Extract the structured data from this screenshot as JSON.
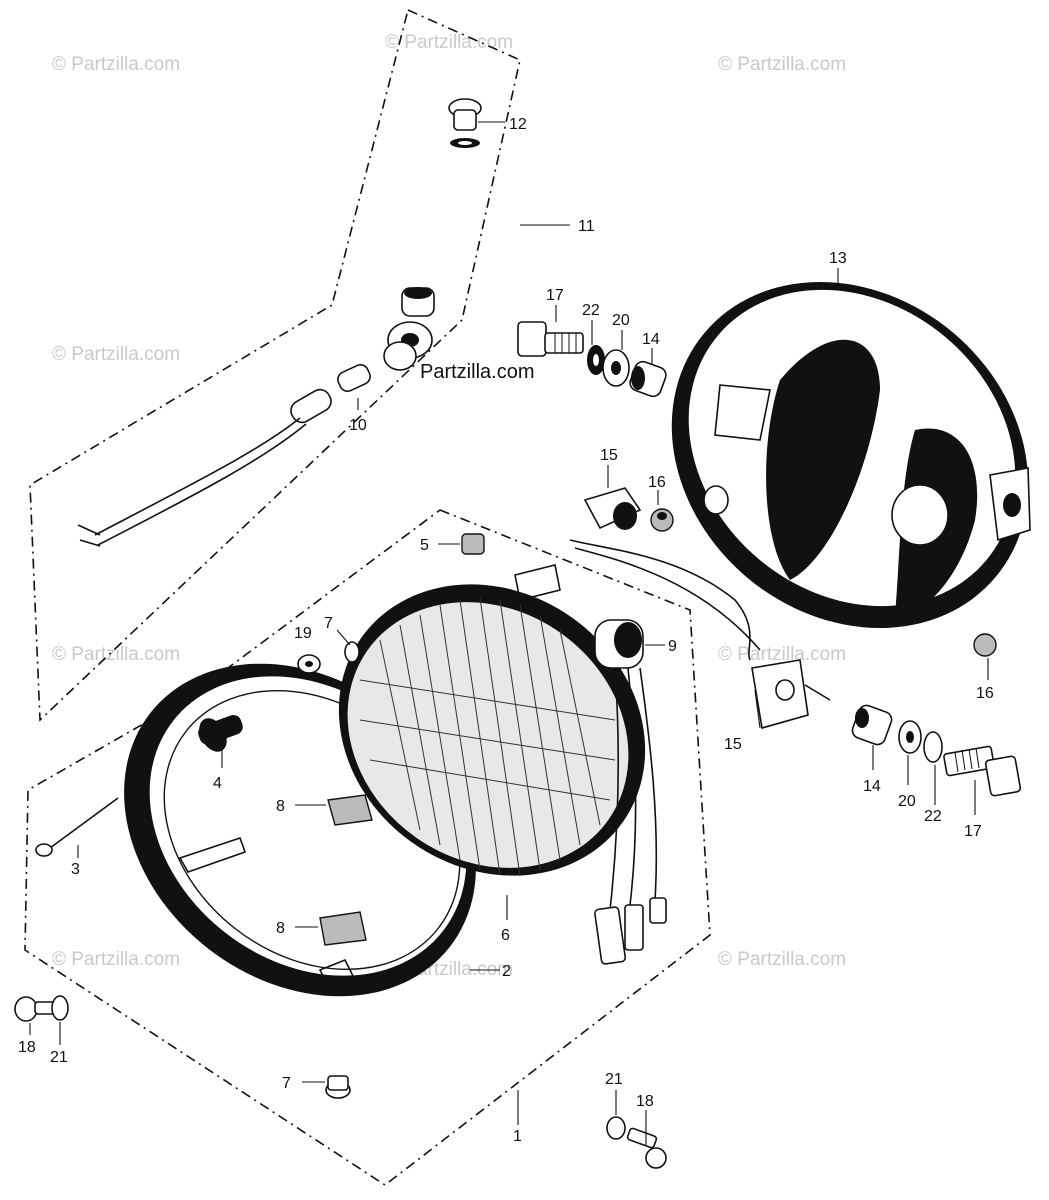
{
  "watermark": "© Partzilla.com",
  "watermark_center": "Partzilla.com",
  "callouts": {
    "c1": "1",
    "c2": "2",
    "c3": "3",
    "c4": "4",
    "c5": "5",
    "c6": "6",
    "c7a": "7",
    "c7b": "7",
    "c8a": "8",
    "c8b": "8",
    "c9": "9",
    "c10": "10",
    "c11": "11",
    "c12": "12",
    "c13": "13",
    "c14a": "14",
    "c14b": "14",
    "c15a": "15",
    "c15b": "15",
    "c16a": "16",
    "c16b": "16",
    "c17a": "17",
    "c17b": "17",
    "c18a": "18",
    "c18b": "18",
    "c19": "19",
    "c20a": "20",
    "c20b": "20",
    "c21a": "21",
    "c21b": "21",
    "c22a": "22",
    "c22b": "22"
  }
}
